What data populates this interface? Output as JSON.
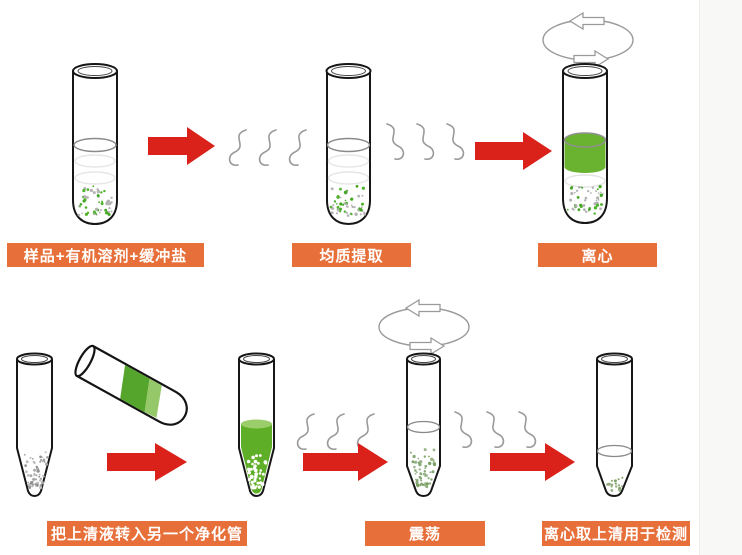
{
  "steps": [
    {
      "label": "样品+有机溶剂+缓冲盐"
    },
    {
      "label": "均质提取"
    },
    {
      "label": "离心"
    },
    {
      "label": "把上清液转入另一个净化管"
    },
    {
      "label": "震荡"
    },
    {
      "label": "离心取上清用于检测"
    }
  ],
  "icons": {
    "flow_arrow": "solid red right-arrow",
    "vibration": "gray s-curve squiggles",
    "rotation": "ellipse cycle with hollow arrows"
  },
  "colors": {
    "step_label_bg": "#e7703a",
    "step_label_text": "#ffffff",
    "arrow_red": "#da211a",
    "liquid_green": "#6ab331",
    "liquid_green_light": "#94c868",
    "pour_tube_dark_green": "#55a52c",
    "speckle_green": "#4fb42c",
    "speckle_gray": "#b3b3b3",
    "line_gray": "#9a9a9a",
    "side_panel_bg": "#f8f8f7"
  }
}
